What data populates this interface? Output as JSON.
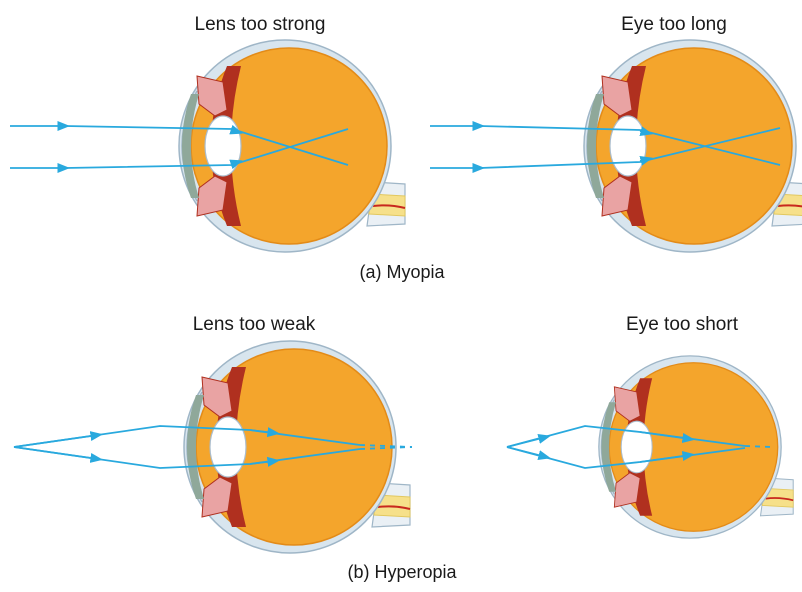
{
  "panels": {
    "myopia": {
      "caption": "(a) Myopia",
      "left_label": "Lens too strong",
      "right_label": "Eye too long"
    },
    "hyperopia": {
      "caption": "(b) Hyperopia",
      "left_label": "Lens too weak",
      "right_label": "Eye too short"
    }
  },
  "colors": {
    "ray": "#29a9de",
    "eyeball_fill": "#f4a52c",
    "eyeball_stroke": "#e38b18",
    "choroid": "#b0301f",
    "sclera": "#d8e5ee",
    "sclera_stroke": "#9fb6c7",
    "cornea": "#8fa89a",
    "lens": "#ffffff",
    "optic_nerve": "#f6e08a",
    "nerve_vessel": "#c8281e",
    "ciliary": "#e9a3a3"
  }
}
